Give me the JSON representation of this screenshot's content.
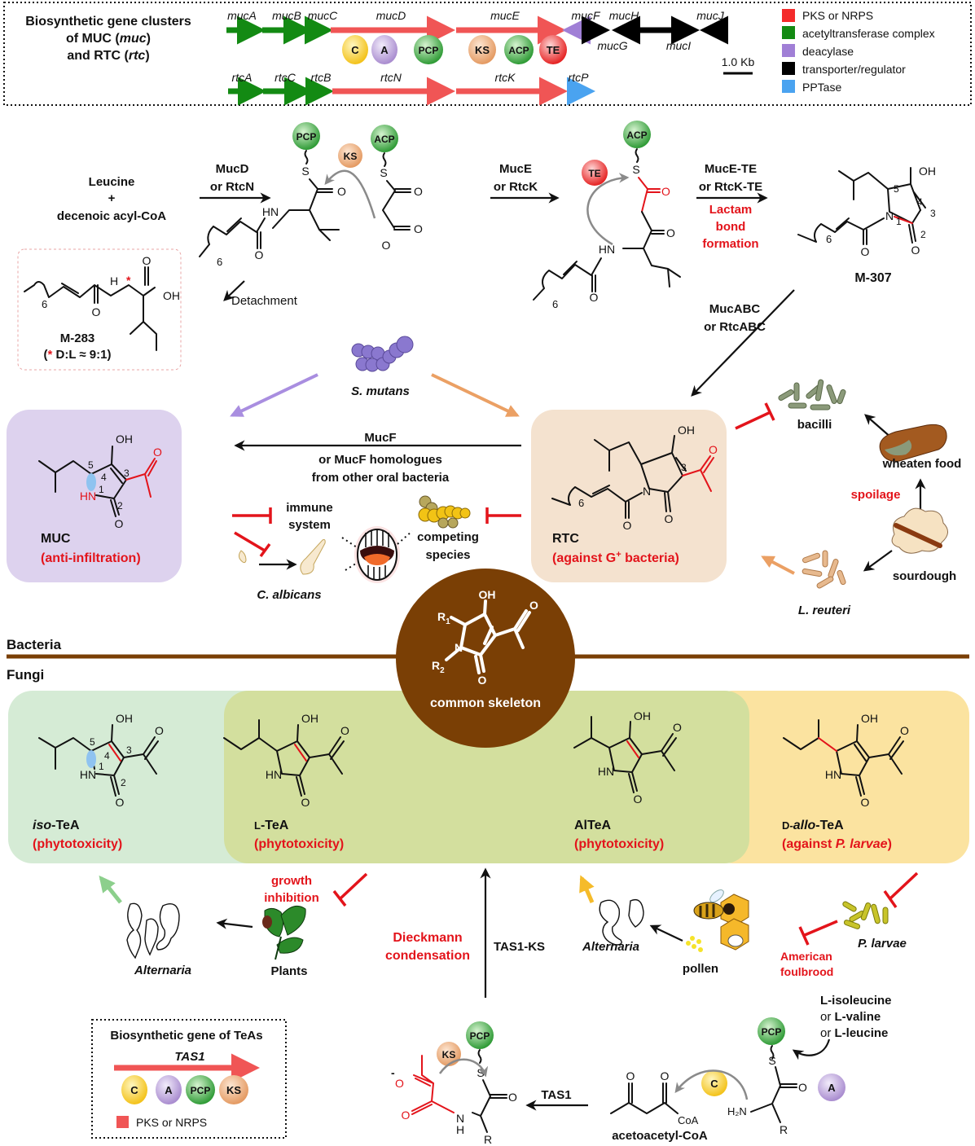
{
  "colors": {
    "pks_nrps": "#f05555",
    "acetyltransferase": "#1e7d1e",
    "deacylase": "#a07fd6",
    "transporter": "#000000",
    "pptase": "#4aa3f0",
    "highlight_red": "#e3141b",
    "muc_box": "#ddd2ee",
    "rtc_box": "#f4e2cf",
    "iso_box": "#d5ebd5",
    "ltea_box": "#d3df9e",
    "dallo_box": "#fbe3a0",
    "skeleton": "#7a3f05"
  },
  "gene_cluster": {
    "title_line1": "Biosynthetic gene clusters",
    "title_line2_pre": "of MUC (",
    "title_line2_it": "muc",
    "title_line2_post": ")",
    "title_line3_pre": "and RTC (",
    "title_line3_it": "rtc",
    "title_line3_post": ")",
    "muc_genes": [
      "mucA",
      "mucB",
      "mucC",
      "mucD",
      "mucE",
      "mucF",
      "mucG",
      "mucH",
      "mucI",
      "mucJ"
    ],
    "rtc_genes": [
      "rtcA",
      "rtcC",
      "rtcB",
      "rtcN",
      "rtcK",
      "rtcP"
    ],
    "domains_mucD": [
      "C",
      "A",
      "PCP"
    ],
    "domains_mucE": [
      "KS",
      "ACP",
      "TE"
    ],
    "scale_label": "1.0 Kb",
    "legend": [
      {
        "label": "PKS or NRPS",
        "color": "#f42a2a"
      },
      {
        "label": "acetyltransferase complex",
        "color": "#138a13"
      },
      {
        "label": "deacylase",
        "color": "#a07fd6"
      },
      {
        "label": "transporter/regulator",
        "color": "#000000"
      },
      {
        "label": "PPTase",
        "color": "#4aa3f0"
      }
    ]
  },
  "pathway": {
    "substrate_line1": "Leucine",
    "substrate_plus": "+",
    "substrate_line2": "decenoic acyl-CoA",
    "step1_line1": "MucD",
    "step1_line2": "or RtcN",
    "step2_line1": "MucE",
    "step2_line2": "or RtcK",
    "step3_line1": "MucE-TE",
    "step3_line2": "or RtcK-TE",
    "step3_red1": "Lactam",
    "step3_red2": "bond",
    "step3_red3": "formation",
    "m307": "M-307",
    "step4_line1": "MucABC",
    "step4_line2": "or RtcABC",
    "detachment": "Detachment",
    "m283": "M-283",
    "m283_note_pre": "(",
    "m283_note_star": "*",
    "m283_note_post": " D:L ≈ 9:1)",
    "domain_pcp": "PCP",
    "domain_acp": "ACP",
    "domain_ks": "KS",
    "domain_te": "TE",
    "atom_s": "S",
    "atom_o": "O",
    "atom_oh": "OH",
    "atom_hn": "HN",
    "atom_n": "N",
    "chain_6": "6",
    "ring_nums": [
      "1",
      "2",
      "3",
      "4",
      "5"
    ]
  },
  "bacteria": {
    "s_mutans": "S. mutans",
    "mucf_line1": "MucF",
    "mucf_line2": "or MucF homologues",
    "mucf_line3": "from other oral bacteria",
    "muc_name": "MUC",
    "muc_activity": "(anti-infiltration)",
    "rtc_name": "RTC",
    "rtc_activity_pre": "(against G",
    "rtc_activity_sup": "+",
    "rtc_activity_post": " bacteria)",
    "immune_line1": "immune",
    "immune_line2": "system",
    "competing_line1": "competing",
    "competing_line2": "species",
    "c_albicans": "C. albicans",
    "bacilli": "bacilli",
    "wheaten_food": "wheaten food",
    "spoilage": "spoilage",
    "sourdough": "sourdough",
    "l_reuteri": "L. reuteri"
  },
  "divider": {
    "bacteria_label": "Bacteria",
    "fungi_label": "Fungi",
    "skeleton_label": "common skeleton",
    "r1": "R",
    "r1_sub": "1",
    "r2": "R",
    "r2_sub": "2"
  },
  "fungi": {
    "compounds": [
      {
        "name_it": "iso",
        "name_rest": "-TeA",
        "activity": "(phytotoxicity)"
      },
      {
        "name_pre": "L",
        "name_rest": "-TeA",
        "activity": "(phytotoxicity)"
      },
      {
        "name": "AlTeA",
        "activity": "(phytotoxicity)"
      },
      {
        "name_pre": "D-",
        "name_it": "allo",
        "name_rest": "-TeA",
        "activity_pre": "(against ",
        "activity_it": "P. larvae",
        "activity_post": ")"
      }
    ],
    "growth_line1": "growth",
    "growth_line2": "inhibition",
    "alternaria": "Alternaria",
    "plants": "Plants",
    "dieckmann_line1": "Dieckmann",
    "dieckmann_line2": "condensation",
    "tas1_ks": "TAS1-KS",
    "pollen": "pollen",
    "american_line1": "American",
    "american_line2": "foulbrood",
    "p_larvae": "P. larvae",
    "tas1_box_title": "Biosynthetic gene of TeAs",
    "tas1_gene": "TAS1",
    "tas1_domains": [
      "C",
      "A",
      "PCP",
      "KS"
    ],
    "tas1_legend": "PKS or NRPS",
    "tas1_step": "TAS1",
    "acetoacetyl": "acetoacetyl-CoA",
    "coa": "CoA",
    "aa_line1": "L-isoleucine",
    "aa_line2_pre": "or ",
    "aa_line2": "L-valine",
    "aa_line3_pre": "or ",
    "aa_line3": "L-leucine",
    "domain_c": "C",
    "domain_a": "A",
    "domain_pcp": "PCP",
    "domain_ks": "KS",
    "atom_h2n": "H₂N",
    "atom_r": "R",
    "atom_nh_n": "N",
    "atom_nh_h": "H",
    "atom_o_minus": "O",
    "minus": "-"
  }
}
